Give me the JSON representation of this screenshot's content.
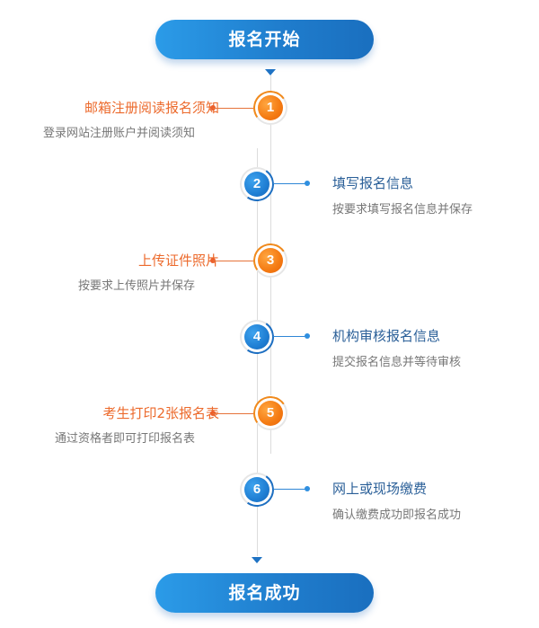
{
  "header": {
    "start_label": "报名开始"
  },
  "footer": {
    "end_label": "报名成功"
  },
  "steps": [
    {
      "number": "1",
      "title": "邮箱注册阅读报名须知",
      "desc": "登录网站注册账户并阅读须知",
      "side": "left",
      "color": "#f47a12"
    },
    {
      "number": "2",
      "title": "填写报名信息",
      "desc": "按要求填写报名信息并保存",
      "side": "right",
      "color": "#1f7ed3"
    },
    {
      "number": "3",
      "title": "上传证件照片",
      "desc": "按要求上传照片并保存",
      "side": "left",
      "color": "#f47a12"
    },
    {
      "number": "4",
      "title": "机构审核报名信息",
      "desc": "提交报名信息并等待审核",
      "side": "right",
      "color": "#1f7ed3"
    },
    {
      "number": "5",
      "title": "考生打印2张报名表",
      "desc": "通过资格者即可打印报名表",
      "side": "left",
      "color": "#f47a12"
    },
    {
      "number": "6",
      "title": "网上或现场缴费",
      "desc": "确认缴费成功即报名成功",
      "side": "right",
      "color": "#1f7ed3"
    }
  ],
  "colors": {
    "accent_blue": "#1f7ccc",
    "accent_orange": "#f47a12",
    "title_orange": "#ec6a2c",
    "title_blue": "#2a5f98",
    "desc_gray": "#777777"
  }
}
